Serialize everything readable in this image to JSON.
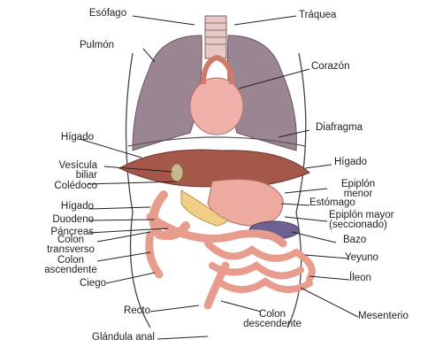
{
  "labels": {
    "esofago": "Esófago",
    "traquea": "Tráquea",
    "pulmon": "Pulmón",
    "corazon": "Corazón",
    "diafragma": "Diafragma",
    "higado_left": "Hígado",
    "higado_right": "Hígado",
    "vesicula": "Vesícula\nbiliar",
    "coledoco": "Colédoco",
    "epiplon_menor": "Epiplón\nmenor",
    "higado_left2": "Hígado",
    "estomago": "Estómago",
    "duodeno": "Duodeno",
    "epiplon_mayor": "Epiplón mayor\n(seccionado)",
    "pancreas": "Páncreas",
    "colon_transverso": "Colon\ntransverso",
    "bazo": "Bazo",
    "colon_ascendente": "Colon\nascendente",
    "yeyuno": "Yeyuno",
    "ileon": "Íleon",
    "ciego": "Ciego",
    "recto": "Recto",
    "colon_descendente": "Colon\ndescendente",
    "mesenterio": "Mesenterio",
    "glandula_anal": "Glándula anal"
  },
  "colors": {
    "lung": "#9b8592",
    "heart": "#eeb0a8",
    "liver": "#a5584a",
    "intestine": "#e79c8d",
    "trachea": "#e6c9c6",
    "spleen": "#6f6190"
  }
}
